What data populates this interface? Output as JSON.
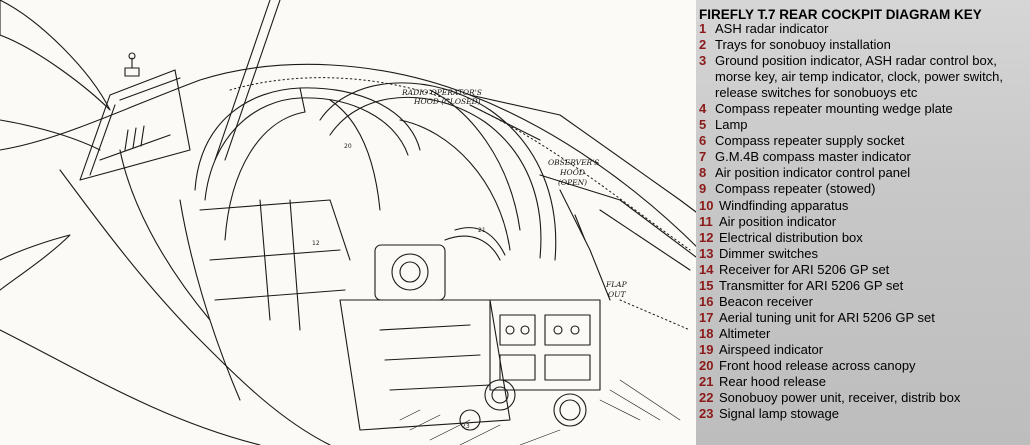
{
  "key": {
    "title": "FIREFLY T.7 REAR COCKPIT DIAGRAM KEY",
    "items": [
      {
        "num": "1",
        "text": "ASH radar indicator"
      },
      {
        "num": "2",
        "text": "Trays for sonobuoy installation"
      },
      {
        "num": "3",
        "text": "Ground position indicator, ASH radar control box, morse key, air temp indicator, clock, power switch, release switches for sonobuoys etc"
      },
      {
        "num": "4",
        "text": "Compass repeater mounting wedge plate"
      },
      {
        "num": "5",
        "text": "Lamp"
      },
      {
        "num": "6",
        "text": "Compass repeater supply socket"
      },
      {
        "num": "7",
        "text": "G.M.4B compass master indicator"
      },
      {
        "num": "8",
        "text": "Air position indicator control panel"
      },
      {
        "num": "9",
        "text": "Compass repeater (stowed)"
      },
      {
        "num": "10",
        "text": "Windfinding apparatus"
      },
      {
        "num": "11",
        "text": "Air position indicator"
      },
      {
        "num": "12",
        "text": "Electrical distribution box"
      },
      {
        "num": "13",
        "text": "Dimmer switches"
      },
      {
        "num": "14",
        "text": "Receiver for ARI 5206 GP set"
      },
      {
        "num": "15",
        "text": "Transmitter for ARI 5206 GP set"
      },
      {
        "num": "16",
        "text": "Beacon receiver"
      },
      {
        "num": "17",
        "text": "Aerial tuning unit for ARI 5206 GP set"
      },
      {
        "num": "18",
        "text": "Altimeter"
      },
      {
        "num": "19",
        "text": "Airspeed indicator"
      },
      {
        "num": "20",
        "text": "Front hood release across canopy"
      },
      {
        "num": "21",
        "text": "Rear hood release"
      },
      {
        "num": "22",
        "text": "Sonobuoy power unit, receiver, distrib box"
      },
      {
        "num": "23",
        "text": "Signal lamp stowage"
      }
    ]
  },
  "diagram": {
    "labels": {
      "radio_hood_line1": "RADIO OPERATOR'S",
      "radio_hood_line2": "HOOD (CLOSED)",
      "observer_hood_line1": "OBSERVER'S",
      "observer_hood_line2": "HOOD",
      "observer_hood_line3": "(OPEN)",
      "flap_line1": "FLAP",
      "flap_line2": "OUT"
    },
    "callouts": {
      "n20": "20",
      "n21": "21",
      "n12": "12",
      "n23": "23"
    }
  },
  "colors": {
    "key_number": "#8b1a1a",
    "panel_bg": "#c8c8c8",
    "ink": "#111111"
  }
}
